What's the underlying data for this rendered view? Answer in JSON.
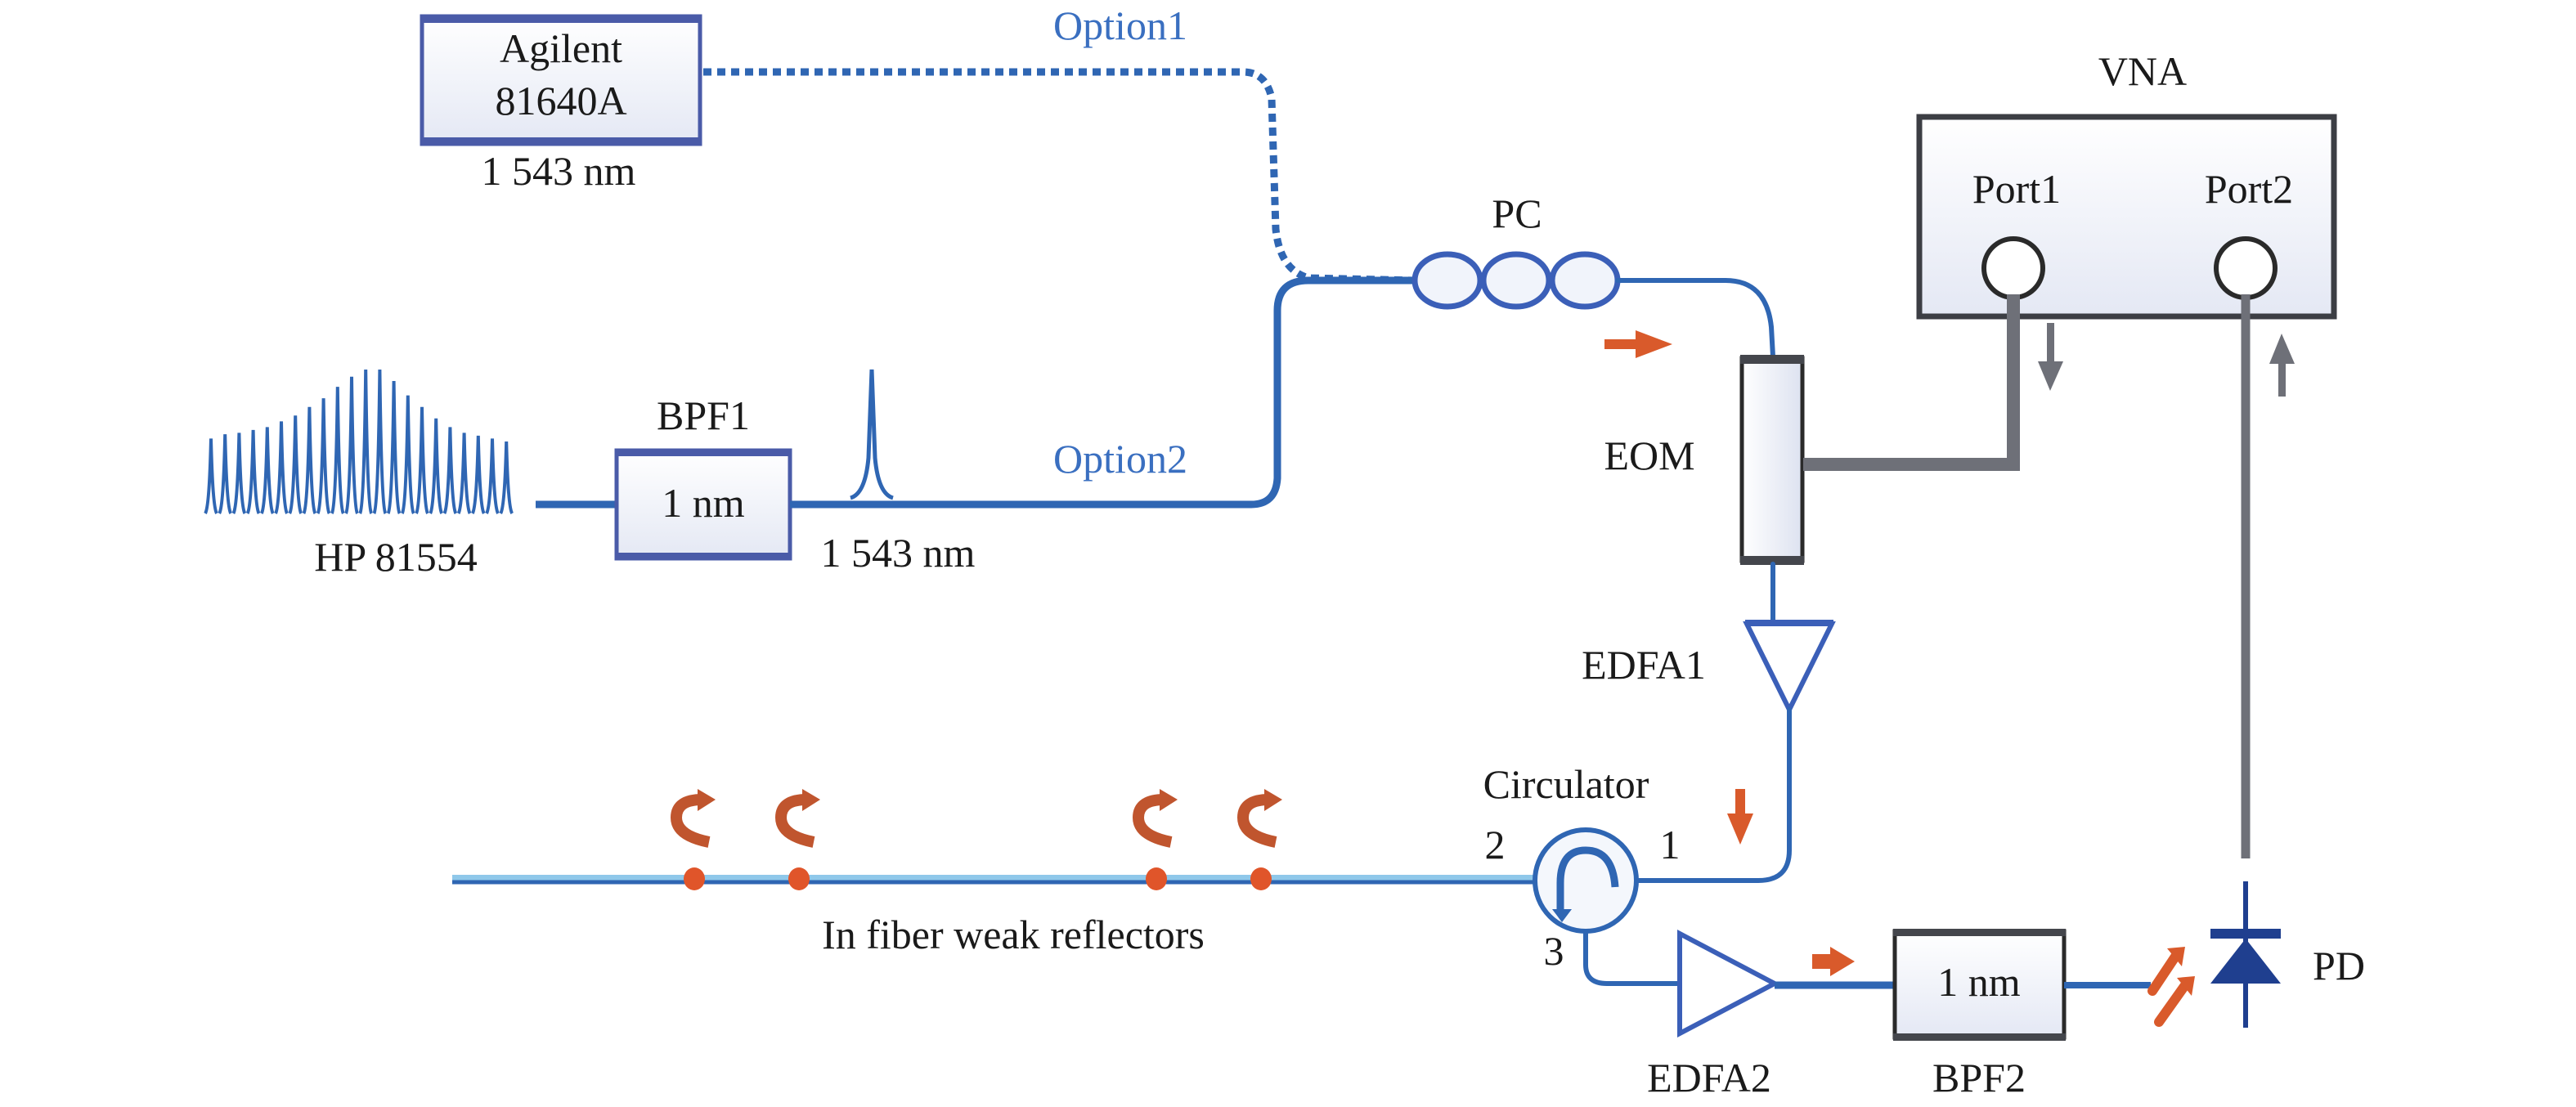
{
  "title": "Optical setup with in-fiber weak reflectors and VNA measurement",
  "colors": {
    "fiber": "#2f66b3",
    "option_label": "#3a6fc0",
    "electrical": "#6e7078",
    "signal_arrow": "#d95a2b",
    "reflector": "#e0552a",
    "photodiode": "#1f3f8f"
  },
  "sources": {
    "agilent": {
      "line1": "Agilent",
      "line2": "81640A",
      "wavelength": "1 543 nm"
    },
    "hp": {
      "label": "HP 81554"
    }
  },
  "options": {
    "option1": "Option1",
    "option2": "Option2"
  },
  "bpf1": {
    "title": "BPF1",
    "bandwidth": "1 nm",
    "output_wavelength": "1 543 nm"
  },
  "pc": {
    "label": "PC"
  },
  "eom": {
    "label": "EOM"
  },
  "vna": {
    "title": "VNA",
    "port1": "Port1",
    "port2": "Port2"
  },
  "edfa1": {
    "label": "EDFA1"
  },
  "circulator": {
    "label": "Circulator",
    "port1": "1",
    "port2": "2",
    "port3": "3"
  },
  "reflectors": {
    "label": "In fiber weak reflectors",
    "count": 4
  },
  "edfa2": {
    "label": "EDFA2"
  },
  "bpf2": {
    "title": "BPF2",
    "bandwidth": "1 nm"
  },
  "pd": {
    "label": "PD"
  }
}
